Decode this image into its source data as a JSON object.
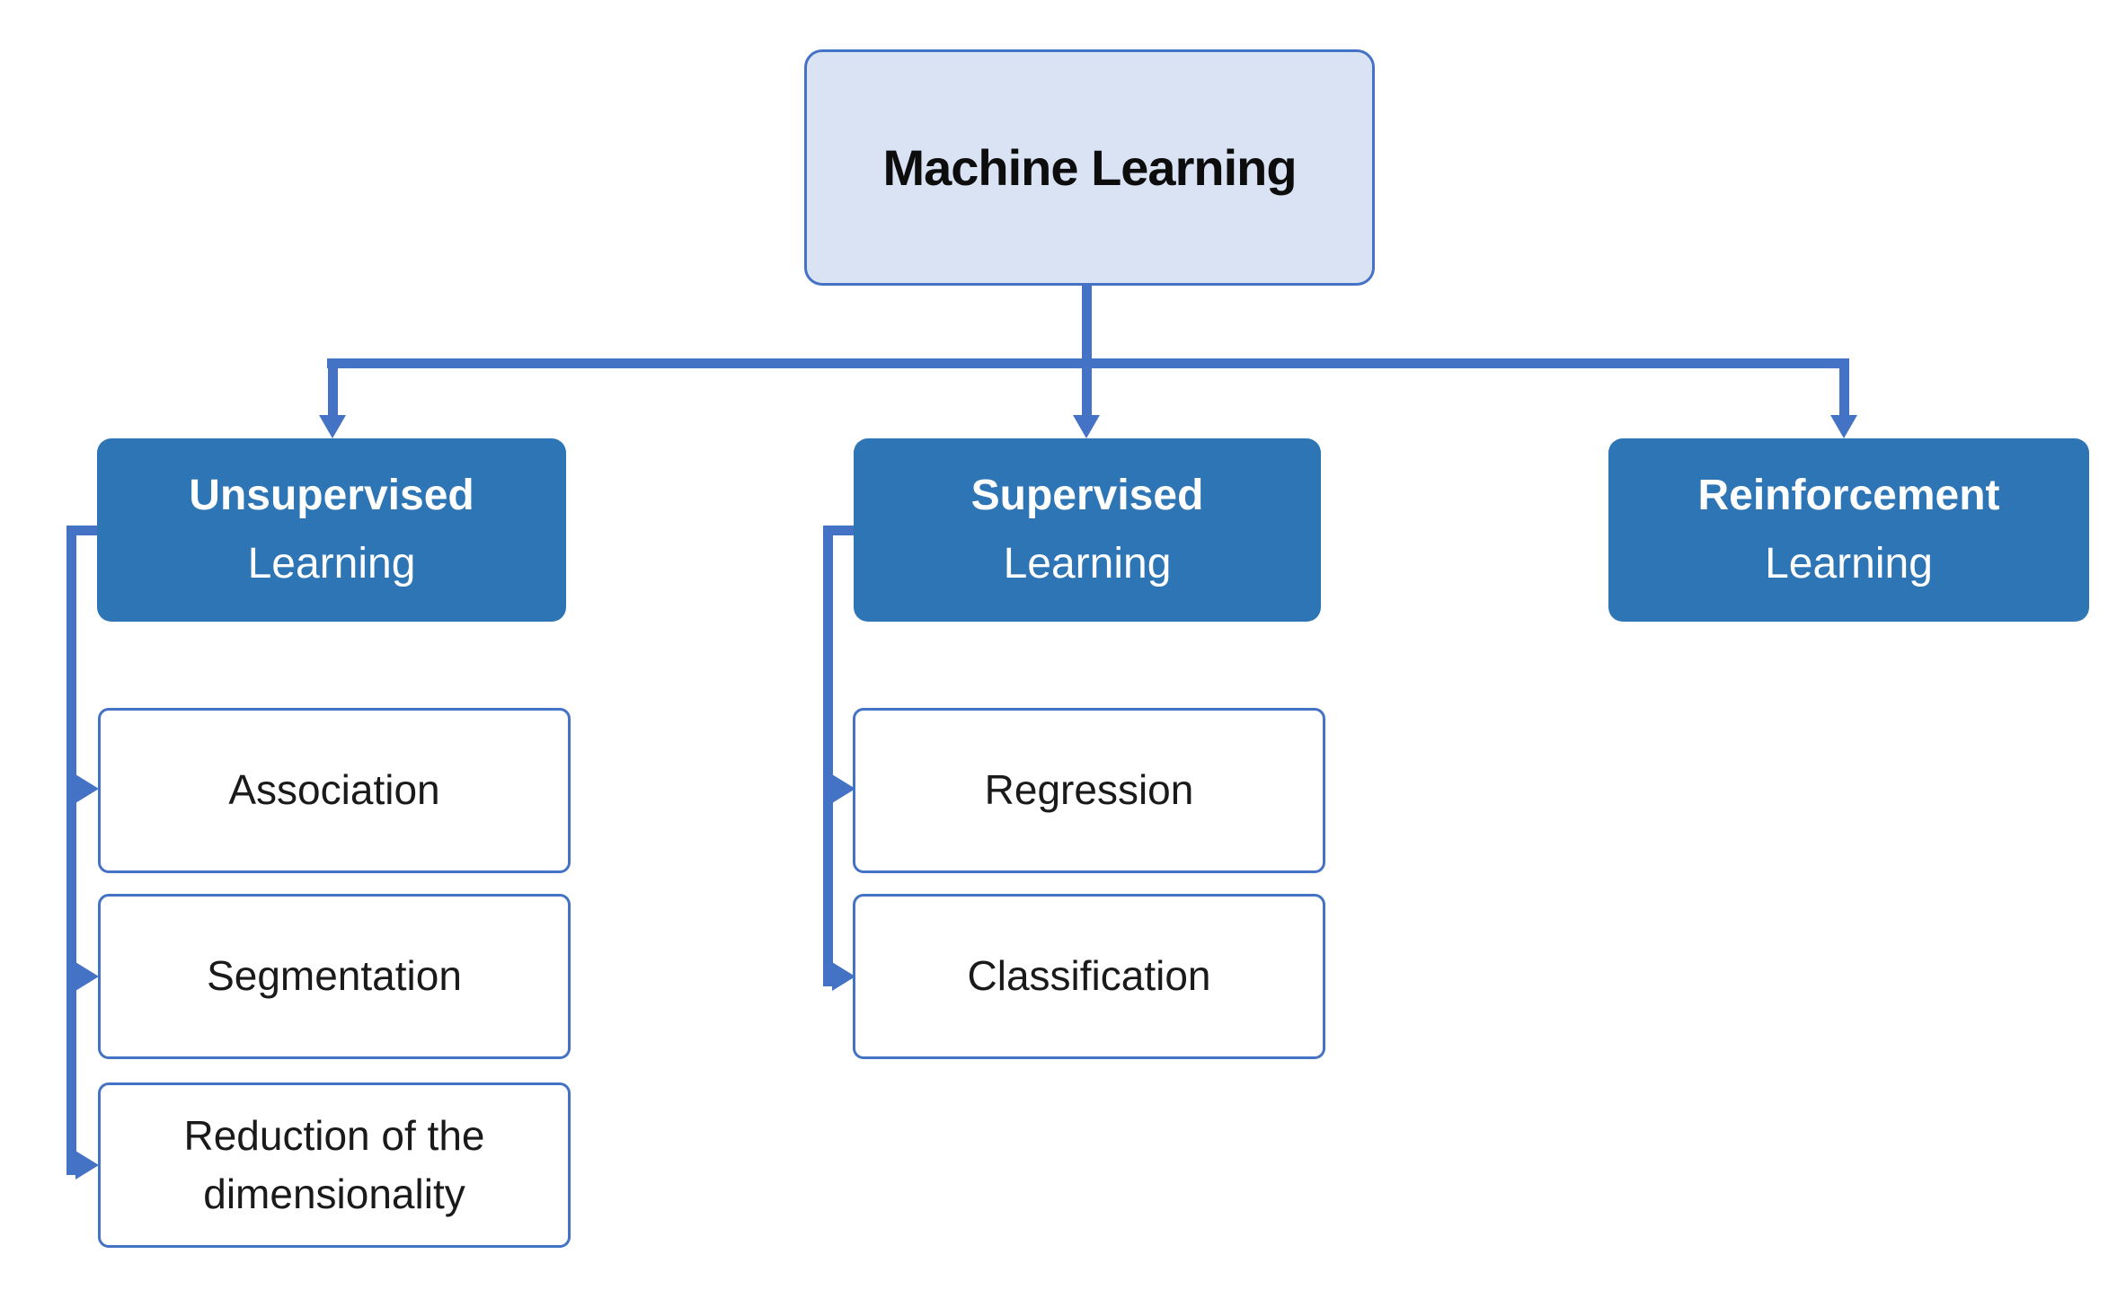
{
  "diagram": {
    "root": {
      "label": "Machine Learning"
    },
    "branches": [
      {
        "line1": "Unsupervised",
        "line2": "Learning",
        "children": [
          "Association",
          "Segmentation",
          "Reduction of the dimensionality"
        ]
      },
      {
        "line1": "Supervised",
        "line2": "Learning",
        "children": [
          "Regression",
          "Classification"
        ]
      },
      {
        "line1": "Reinforcement",
        "line2": "Learning",
        "children": []
      }
    ]
  },
  "colors": {
    "connector": "#4472C4",
    "branch_fill": "#2E75B6",
    "branch_text": "#FFFFFF",
    "root_fill": "#DAE3F3",
    "root_border": "#4472C4",
    "leaf_border": "#4472C4",
    "leaf_text": "#1A1A1A",
    "background": "#FFFFFF"
  }
}
